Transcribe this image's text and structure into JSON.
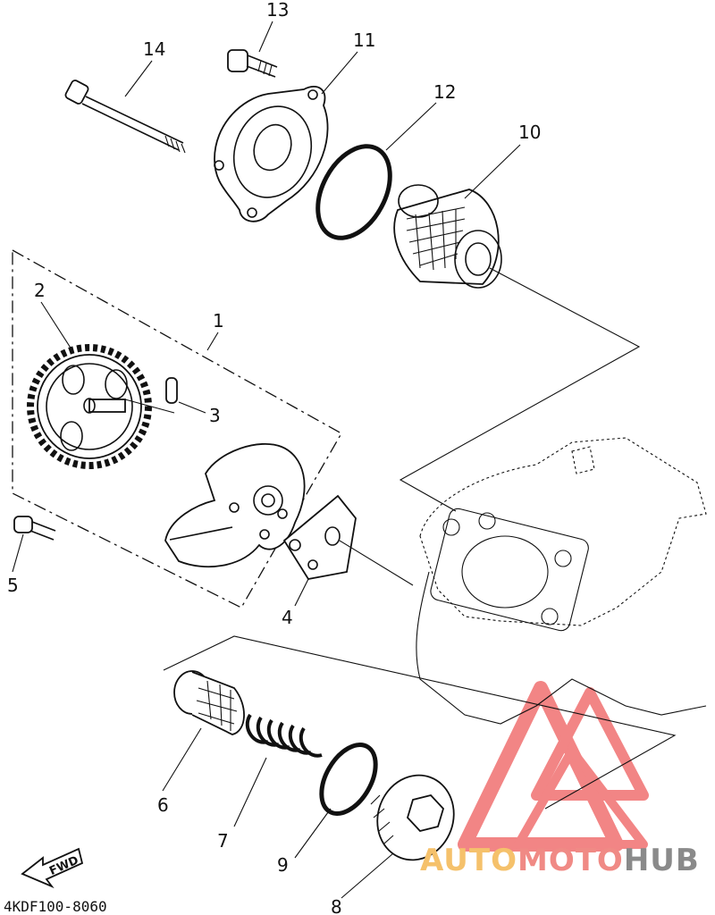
{
  "callouts": {
    "c1": "1",
    "c2": "2",
    "c3": "3",
    "c4": "4",
    "c5": "5",
    "c6": "6",
    "c7": "7",
    "c8": "8",
    "c9": "9",
    "c10": "10",
    "c11": "11",
    "c12": "12",
    "c13": "13",
    "c14": "14"
  },
  "diagram_code": "4KDF100-8060",
  "fwd_label": "FWD",
  "watermark": {
    "part1": "AUTO",
    "part2": "MOTO",
    "part3": "HUB",
    "colors": {
      "auto": "#f5c16b",
      "moto": "#f08a85",
      "hub": "#8a8a8a",
      "triangle": "#f07070"
    }
  }
}
